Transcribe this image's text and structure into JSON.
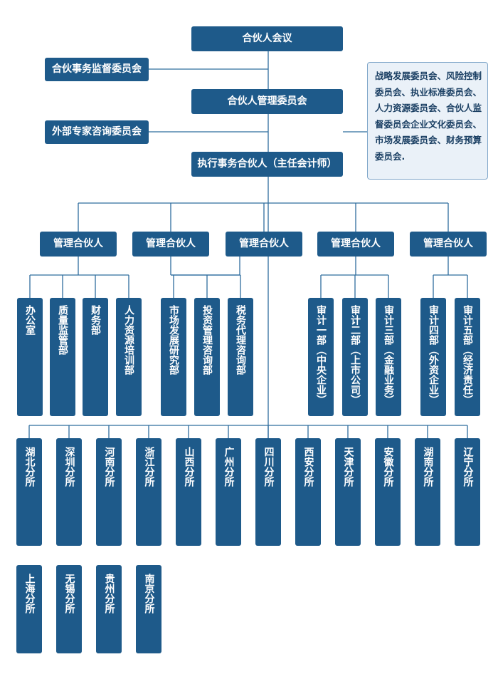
{
  "top": {
    "partners_meeting": "合伙人会议",
    "supervisory_committee": "合伙事务监督委员会",
    "management_committee": "合伙人管理委员会",
    "expert_committee": "外部专家咨询委员会",
    "executive_partner": "执行事务合伙人（主任会计师）",
    "committees_note": "战略发展委员会、风险控制委员会、执业标准委员会、人力资源委员会、合伙人监督委员会企业文化委员会、市场发展委员会、财务预算委员会."
  },
  "management_partners": [
    "管理合伙人",
    "管理合伙人",
    "管理合伙人",
    "管理合伙人",
    "管理合伙人"
  ],
  "departments": {
    "group1": [
      "办公室",
      "质量监管部",
      "财务部",
      "人力资源培训部"
    ],
    "group2": [
      "市场发展研究部",
      "投资管理咨询部",
      "税务代理咨询部"
    ],
    "group4": [
      "审计一部（中央企业）",
      "审计二部（上市公司）",
      "审计三部（金融业务）"
    ],
    "group5": [
      "审计四部（外资企业）",
      "审计五部（经济责任）"
    ]
  },
  "branches_row1": [
    "湖北分所",
    "深圳分所",
    "河南分所",
    "浙江分所",
    "山西分所",
    "广州分所",
    "四川分所",
    "西安分所",
    "天津分所",
    "安徽分所",
    "湖南分所",
    "辽宁分所"
  ],
  "branches_row2": [
    "上海分所",
    "无锡分所",
    "贵州分所",
    "南京分所"
  ],
  "colors": {
    "box": "#1e5a8a",
    "line": "#2f6d9e",
    "note_bg": "#eaf1f8",
    "note_border": "#7fa6c9"
  }
}
